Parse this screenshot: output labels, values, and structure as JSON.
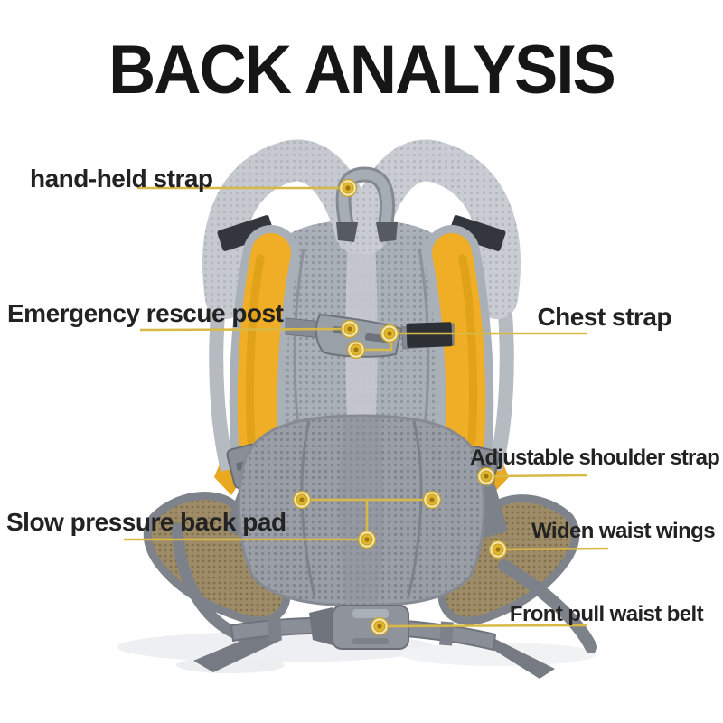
{
  "title": "BACK ANALYSIS",
  "labels": {
    "hand_held": "hand-held strap",
    "emergency": "Emergency rescue post",
    "chest": "Chest strap",
    "adjustable": "Adjustable shoulder strap",
    "back_pad": "Slow pressure back pad",
    "waist_wings": "Widen waist wings",
    "waist_belt": "Front pull waist belt"
  },
  "colors": {
    "leader_line": "#d9b945",
    "marker_outer_ring": "#f3e7ae",
    "marker_gold": "#e0b62f",
    "backpack_yellow": "#efae25",
    "backpack_mesh_light": "#c9cdd3",
    "backpack_mesh_panel": "#aab0b8",
    "backpack_pad_gray": "#999ea7",
    "wing_tan": "#9e8c68",
    "title_color": "#161616",
    "background": "#ffffff"
  }
}
